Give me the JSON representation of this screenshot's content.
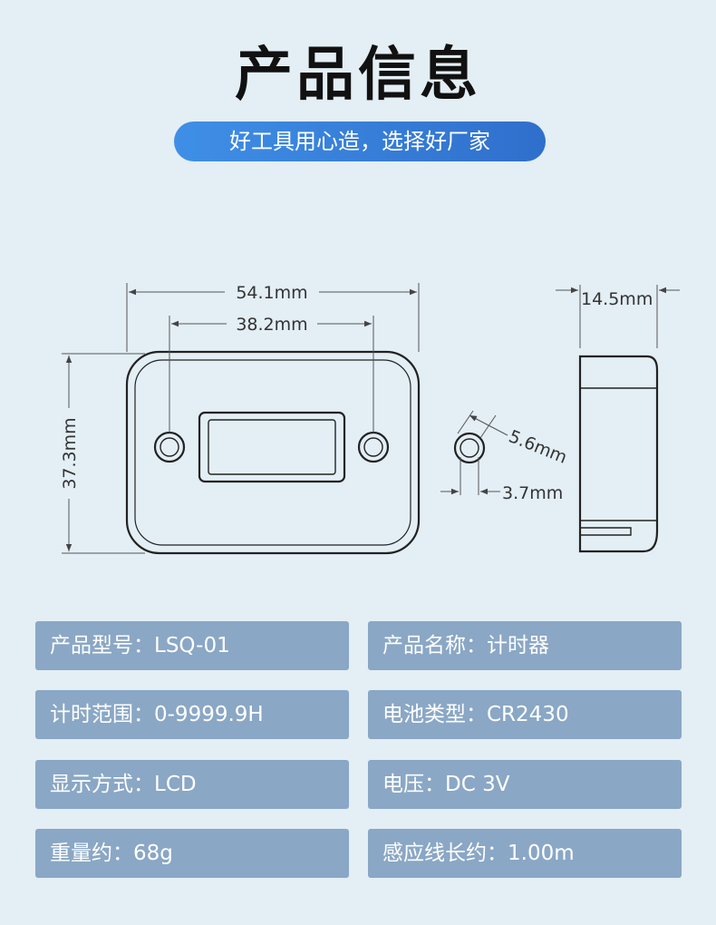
{
  "header": {
    "title": "产品信息",
    "slogan": "好工具用心造，选择好厂家"
  },
  "dimensions": {
    "width_outer": "54.1mm",
    "width_holes": "38.2mm",
    "height": "37.3mm",
    "depth": "14.5mm",
    "hole_outer": "5.6mm",
    "hole_inner": "3.7mm"
  },
  "colors": {
    "background": "#e3eef5",
    "accent": "#3a80dc",
    "spec_box": "#8aa7c5"
  },
  "specs": [
    {
      "text": "产品型号：LSQ-01"
    },
    {
      "text": "产品名称：计时器"
    },
    {
      "text": "计时范围：0-9999.9H"
    },
    {
      "text": "电池类型：CR2430"
    },
    {
      "text": "显示方式：LCD"
    },
    {
      "text": "电压：DC 3V"
    },
    {
      "text": "重量约：68g"
    },
    {
      "text": "感应线长约：1.00m"
    }
  ]
}
